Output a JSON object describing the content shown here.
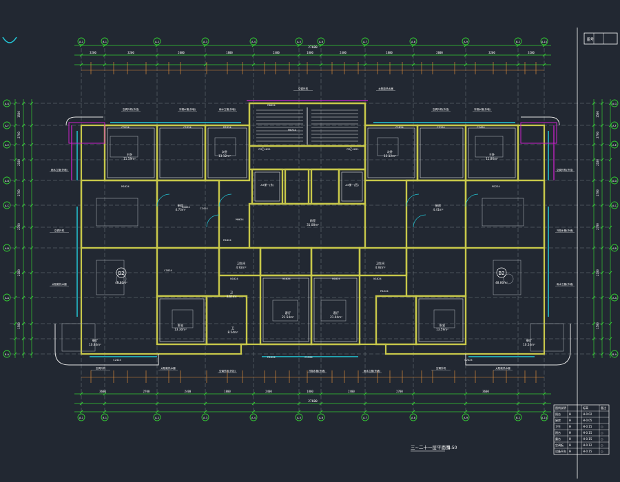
{
  "drawing": {
    "title": "三~二十一层平面图",
    "scale": "1:50",
    "colors": {
      "background": "#222832",
      "dim": "#33cc33",
      "wall": "#c8c84a",
      "wall_inner": "#e6e6e6",
      "window": "#22c8d8",
      "accent": "#cc22cc",
      "orange": "#d98a3a",
      "text": "#ffffff",
      "grid": "#9aa0a8"
    }
  },
  "axes": {
    "top": [
      "A-1",
      "B-1",
      "A-2",
      "A-3",
      "A-4",
      "A-5",
      "A-6",
      "A-7",
      "A-8",
      "A-9",
      "B-2",
      "A-10"
    ],
    "left": [
      "A-G",
      "A-F",
      "A-E",
      "A-D",
      "A-C",
      "A-B",
      "A-A",
      "B-A"
    ],
    "right": [
      "A-G",
      "A-F",
      "A-E",
      "A-D",
      "A-C",
      "A-B",
      "A-A",
      "B-A"
    ]
  },
  "dimensions": {
    "overall": "27600",
    "top_row": [
      "3200",
      "3200",
      "2000",
      "1800",
      "2400",
      "1800",
      "2400",
      "1800",
      "2000",
      "3200",
      "3200"
    ],
    "bottom_row": [
      "3600",
      "2700",
      "2400",
      "1800",
      "2400",
      "1800",
      "2400",
      "2700",
      "3600"
    ],
    "left_col": [
      "1500",
      "2700",
      "2100",
      "2700",
      "2700",
      "2100",
      "1500"
    ],
    "right_col": [
      "1500",
      "2700",
      "2100",
      "2700",
      "2700",
      "2100",
      "1500"
    ]
  },
  "units": [
    {
      "label": "B2",
      "area": "48.80m²"
    },
    {
      "label": "B2",
      "area": "48.80m²"
    }
  ],
  "rooms": [
    {
      "name": "主卧",
      "area": "11.59m²"
    },
    {
      "name": "次卧",
      "area": "13.12m²"
    },
    {
      "name": "次卧",
      "area": "13.12m²"
    },
    {
      "name": "主卧",
      "area": "11.86m²"
    },
    {
      "name": "客厅",
      "area": "21.54m²"
    },
    {
      "name": "客厅",
      "area": "21.04m²"
    },
    {
      "name": "卧室",
      "area": "13.30m²"
    },
    {
      "name": "卧室",
      "area": "13.59m²"
    },
    {
      "name": "餐厅",
      "area": "10.84m²"
    },
    {
      "name": "餐厅",
      "area": "10.54m²"
    },
    {
      "name": "厨房",
      "area": "4.73m²"
    },
    {
      "name": "厨房",
      "area": "4.41m²"
    },
    {
      "name": "卫生间",
      "area": "4.92m²"
    },
    {
      "name": "卫生间",
      "area": "4.92m²"
    },
    {
      "name": "前室",
      "area": "31.08m²"
    },
    {
      "name": "卫",
      "area": "8.54m²"
    },
    {
      "name": "卫",
      "area": "3.61m²"
    }
  ],
  "door_tags": [
    "M1624",
    "M0624",
    "M1024",
    "N1024",
    "C2424",
    "C3124",
    "C1524",
    "M1524",
    "M0724",
    "M0624",
    "C1824",
    "C3124",
    "C2424",
    "M1224",
    "FM乙1021",
    "FM乙1021",
    "N1024",
    "N1024",
    "N1824",
    "N1824",
    "M1224",
    "C1824",
    "C2424",
    "M1524",
    "C1524",
    "C2424"
  ],
  "elevators": [
    "A3梯一(东)",
    "A3梯一(西)"
  ],
  "notes": [
    "空调外机(外挂)",
    "冷凝水管(外墙)",
    "雨水立管(外墙)",
    "空调外机",
    "太阳能热水器"
  ],
  "legend": {
    "headers": [
      "图例说明",
      "",
      "标高",
      "备注"
    ],
    "rows": [
      [
        "阳台",
        "H",
        "H-0.02",
        ""
      ],
      [
        "厨房",
        "H",
        "H-0.05",
        ""
      ],
      [
        "卫生",
        "H",
        "H-0.15",
        "○"
      ],
      [
        "阳台",
        "H",
        "H-0.15",
        "○"
      ],
      [
        "露台",
        "H",
        "H-0.15",
        "○"
      ],
      [
        "空调板",
        "H",
        "H-0.12",
        "○"
      ],
      [
        "设备平台",
        "H",
        "H-0.15",
        "○"
      ]
    ]
  },
  "title_block": {
    "label": "图号"
  }
}
